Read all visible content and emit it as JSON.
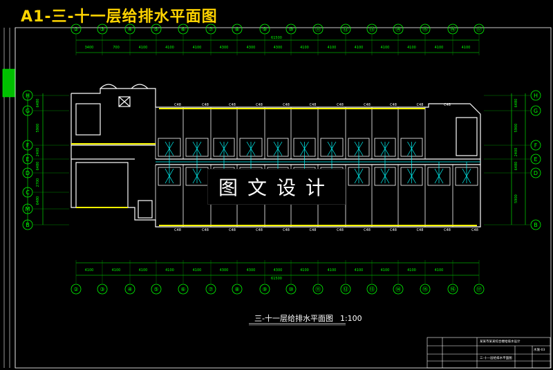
{
  "title": "A1-三-十一层给排水平面图",
  "watermark": "图文设计",
  "caption": {
    "text": "三-十一层给排水平面图",
    "scale": "1:100"
  },
  "axes_top": [
    "②",
    "③",
    "④",
    "⑤",
    "⑥",
    "⑦",
    "⑧",
    "⑨",
    "⑩",
    "⑪",
    "⑫",
    "⑬",
    "⑭",
    "⑮",
    "⑯",
    "⑰"
  ],
  "axes_bottom": [
    "②",
    "③",
    "④",
    "⑤",
    "⑥",
    "⑦",
    "⑧",
    "⑨",
    "⑩",
    "⑪",
    "⑫",
    "⑬",
    "⑭",
    "⑮",
    "⑯",
    "⑰"
  ],
  "axes_left": [
    "H",
    "G",
    "F",
    "E",
    "D",
    "C",
    "M",
    "B"
  ],
  "axes_right": [
    "H",
    "G",
    "F",
    "E",
    "D",
    "B"
  ],
  "dims_top": [
    "3400",
    "700",
    "4100",
    "4100",
    "4100",
    "4300",
    "4300",
    "4300",
    "4100",
    "4100",
    "4100",
    "4100",
    "4100",
    "4100",
    "4100"
  ],
  "dims_top_total": "61500",
  "dims_bottom": [
    "4100",
    "4100",
    "4100",
    "4100",
    "4100",
    "4300",
    "4300",
    "4300",
    "4100",
    "4100",
    "4100",
    "4100",
    "4100",
    "4100"
  ],
  "dims_bottom_total": "61500",
  "dims_left": [
    "6480",
    "5900",
    "2400",
    "6480",
    "2700",
    "6480"
  ],
  "dims_right": [
    "6480",
    "5900",
    "2400",
    "6480",
    "5900"
  ],
  "room_labels_top": [
    "C48",
    "C48",
    "C48",
    "C48",
    "C48",
    "C48",
    "C48",
    "C48",
    "C48",
    "C48",
    "C48"
  ],
  "room_labels_bottom": [
    "C48",
    "C48",
    "C48",
    "C48",
    "C48",
    "C48",
    "C48",
    "C48",
    "C48",
    "C48",
    "C48",
    "C48"
  ],
  "title_block": {
    "company": "某某市某某综合楼给排水设计",
    "drawing": "三-十一层给排水平面图",
    "number": "水施-03"
  },
  "colors": {
    "title": "#ffd400",
    "dim": "#00ff00",
    "axis": "#00ff00",
    "wall": "#ffffff",
    "window": "#ffff00",
    "pipe": "#00ffff"
  }
}
